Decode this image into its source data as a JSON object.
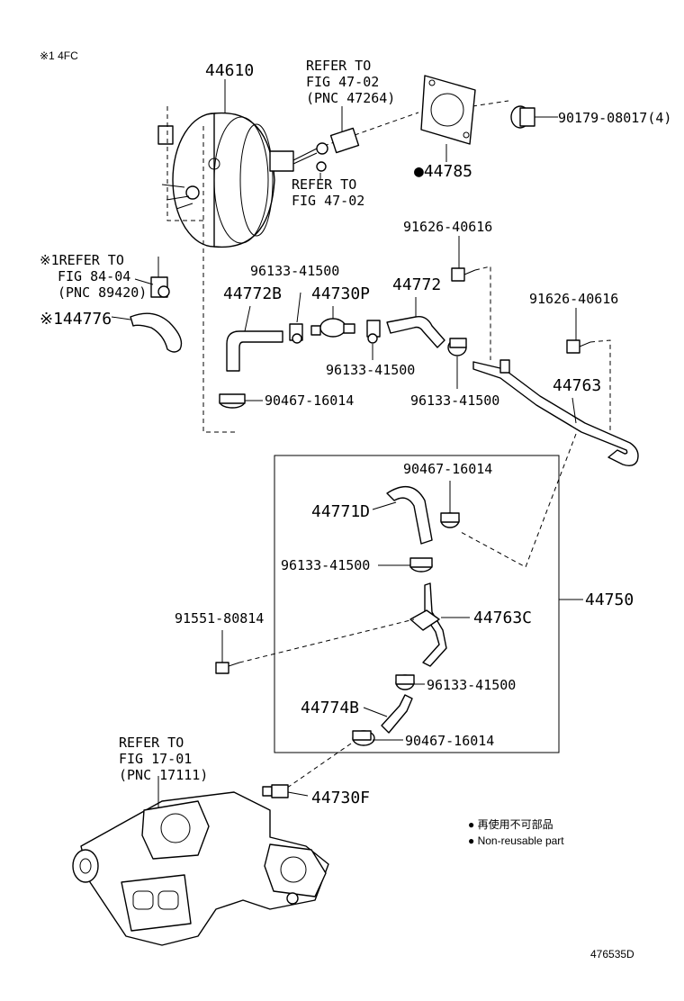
{
  "header": {
    "variant_note": "※1 4FC"
  },
  "labels": {
    "booster": "44610",
    "refer_top_1": "REFER TO",
    "refer_top_2": "FIG 47-02",
    "refer_top_3": "(PNC 47264)",
    "nut_9017908017": "90179-08017(4)",
    "gasket_44785": "●44785",
    "refer_mid_1": "REFER TO",
    "refer_mid_2": "FIG 47-02",
    "refer_left_1": "※1REFER TO",
    "refer_left_2": "FIG 84-04",
    "refer_left_3": "(PNC 89420)",
    "hose_44776": "※144776",
    "bolt_9162640616_a": "91626-40616",
    "bolt_9162640616_b": "91626-40616",
    "clip_9613341500_top": "96133-41500",
    "hose_44772b": "44772B",
    "valve_44730p": "44730P",
    "hose_44772": "44772",
    "clip_9613341500_mid": "96133-41500",
    "clip_9613341500_right": "96133-41500",
    "pipe_44763": "44763",
    "clamp_9046716014_a": "90467-16014",
    "clamp_9046716014_b": "90467-16014",
    "hose_44771d": "44771D",
    "clip_9613341500_box1": "96133-41500",
    "assembly_44750": "44750",
    "bolt_9155180814": "91551-80814",
    "pipe_44763c": "44763C",
    "clip_9613341500_box2": "96133-41500",
    "hose_44774b": "44774B",
    "clamp_9046716014_c": "90467-16014",
    "refer_bottom_1": "REFER TO",
    "refer_bottom_2": "FIG 17-01",
    "refer_bottom_3": "(PNC 17111)",
    "union_44730f": "44730F"
  },
  "legend": {
    "line_jp": "● 再使用不可部品",
    "line_en": "● Non-reusable part"
  },
  "footer": {
    "figure_id": "476535D"
  }
}
